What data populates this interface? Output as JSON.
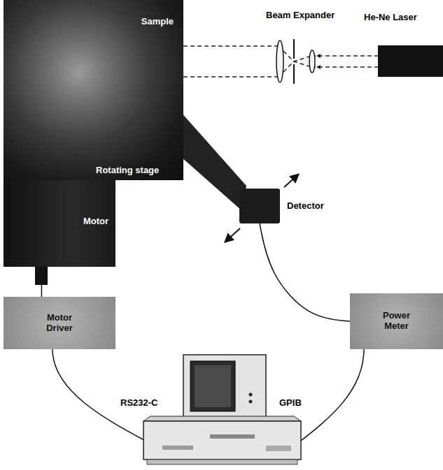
{
  "diagram": {
    "nodes": [
      {
        "text": [
          "Sample",
          "Rotating stage"
        ]
      },
      {
        "text": [
          "Motor"
        ]
      },
      {
        "text": [
          "He-Ne Laser"
        ]
      },
      {
        "text": [
          "Detector"
        ]
      },
      {
        "text": [
          "Motor Driver"
        ]
      },
      {
        "text": [
          "Power Meter"
        ]
      }
    ],
    "edges": [
      {
        "from": 1,
        "to": 4,
        "arrow": "none"
      },
      {
        "from": 3,
        "to": 5,
        "arrow": "none"
      }
    ],
    "labels": [
      "Beam Expander",
      "RS232-C",
      "GPIB"
    ]
  }
}
